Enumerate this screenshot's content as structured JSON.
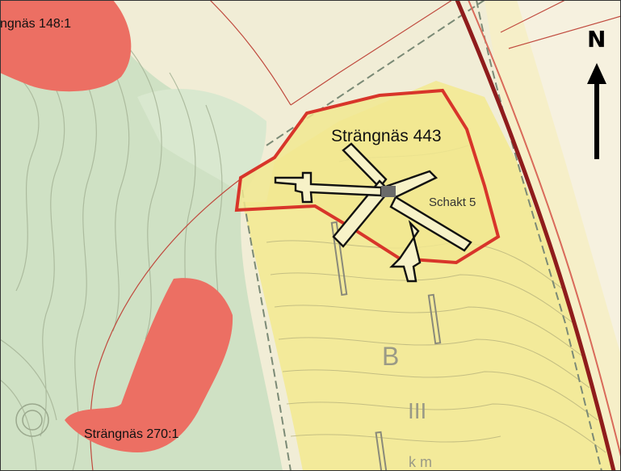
{
  "map": {
    "labels": {
      "site_148": "ngnäs 148:1",
      "site_443": "Strängnäs 443",
      "site_270": "Strängnäs 270:1",
      "trench": "Schakt 5",
      "zone_b": "B",
      "zone_iii": "III",
      "zone_km": "k m"
    },
    "north_arrow": {
      "letter": "N",
      "icon": "north-arrow-icon"
    },
    "colors": {
      "base": "#f1edd6",
      "yellow_zone": "#f3ea9a",
      "green_zone": "#cfe1c4",
      "ancient_remains": "#ec6f63",
      "boundary_red": "#d8352a",
      "road_dark_red": "#8f1c1c"
    }
  }
}
